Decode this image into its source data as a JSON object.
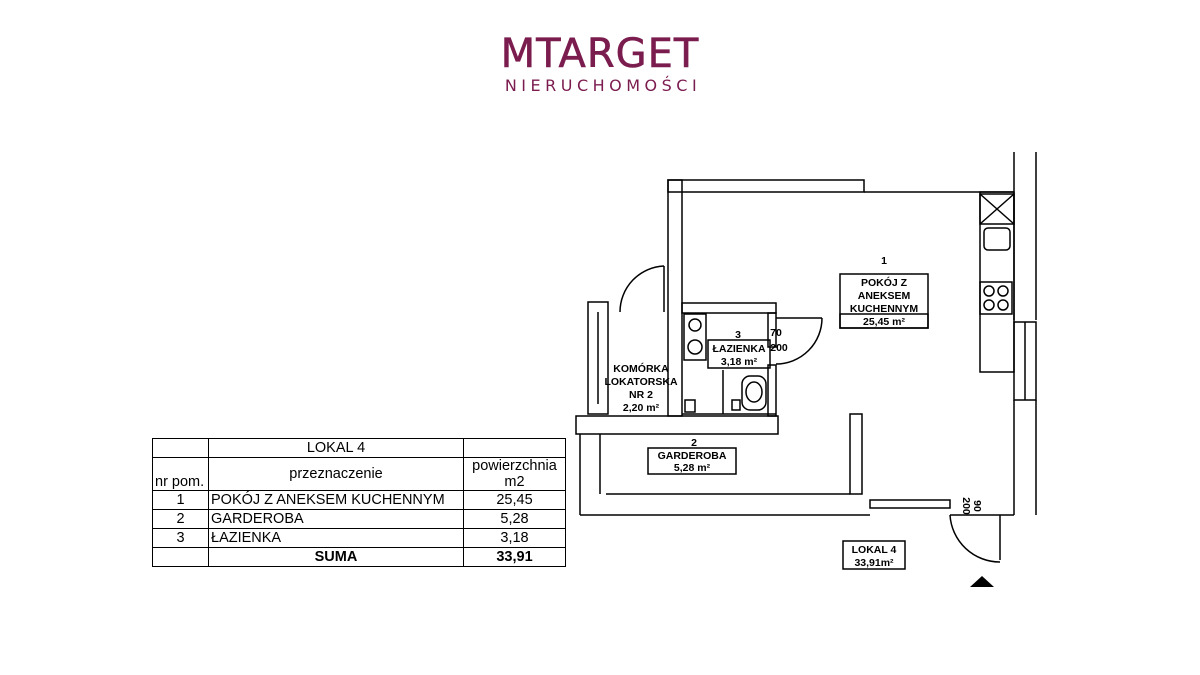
{
  "logo": {
    "main": "MTARGET",
    "sub": "NIERUCHOMOŚCI",
    "color": "#7b1c4f"
  },
  "table": {
    "title": "LOKAL 4",
    "col_nr": "nr pom.",
    "col_purpose": "przeznaczenie",
    "col_area_line1": "powierzchnia",
    "col_area_line2": "m2",
    "rows": [
      {
        "nr": "1",
        "purpose": "POKÓJ Z ANEKSEM KUCHENNYM",
        "area": "25,45"
      },
      {
        "nr": "2",
        "purpose": "GARDEROBA",
        "area": "5,28"
      },
      {
        "nr": "3",
        "purpose": "ŁAZIENKA",
        "area": "3,18"
      }
    ],
    "sum_label": "SUMA",
    "sum_value": "33,91"
  },
  "plan": {
    "room1": {
      "nr": "1",
      "line1": "POKÓJ Z",
      "line2": "ANEKSEM",
      "line3": "KUCHENNYM",
      "area": "25,45 m²"
    },
    "room2": {
      "nr": "2",
      "name": "GARDEROBA",
      "area": "5,28 m²"
    },
    "room3": {
      "nr": "3",
      "name": "ŁAZIENKA",
      "area": "3,18 m²"
    },
    "storage": {
      "line1": "KOMÓRKA",
      "line2": "LOKATORSKA",
      "line3": "NR 2",
      "area": "2,20 m²"
    },
    "door_bath": {
      "width": "70",
      "height": "200"
    },
    "door_entry": {
      "width": "90",
      "height": "200"
    },
    "unit": {
      "name": "LOKAL 4",
      "area": "33,91m²"
    }
  }
}
